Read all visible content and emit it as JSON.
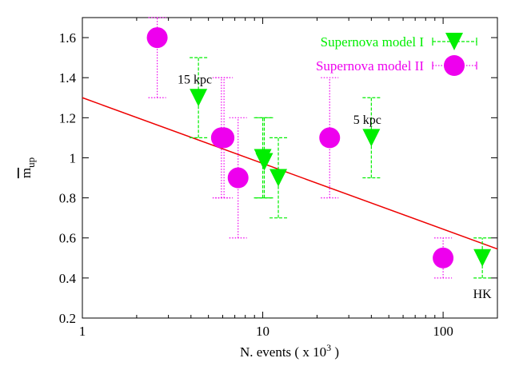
{
  "chart_data": {
    "type": "scatter",
    "title": "",
    "xlabel": "N. events ( x 10",
    "xlabel_exponent": "3",
    "xlabel_suffix": " )",
    "ylabel": "m",
    "ylabel_sub": "up",
    "x_scale": "log",
    "xlim": [
      1,
      200
    ],
    "ylim": [
      0.2,
      1.7
    ],
    "x_ticks": [
      1,
      10,
      100
    ],
    "x_tick_labels": [
      "1",
      "10",
      "100"
    ],
    "y_ticks": [
      0.2,
      0.4,
      0.6,
      0.8,
      1.0,
      1.2,
      1.4,
      1.6
    ],
    "y_tick_labels": [
      "0.2",
      "0.4",
      "0.6",
      "0.8",
      "1",
      "1.2",
      "1.4",
      "1.6"
    ],
    "grid": false,
    "legend_position": "top-right",
    "series": [
      {
        "name": "Supernova model I",
        "color": "#00ee00",
        "marker": "triangle-down",
        "points": [
          {
            "x": 4.4,
            "y": 1.3,
            "ylow": 1.1,
            "yhigh": 1.5
          },
          {
            "x": 10,
            "y": 1.0,
            "ylow": 0.8,
            "yhigh": 1.2
          },
          {
            "x": 10.2,
            "y": 0.98,
            "ylow": 0.8,
            "yhigh": 1.2
          },
          {
            "x": 12.2,
            "y": 0.9,
            "ylow": 0.7,
            "yhigh": 1.1
          },
          {
            "x": 40,
            "y": 1.1,
            "ylow": 0.9,
            "yhigh": 1.3
          },
          {
            "x": 165,
            "y": 0.5,
            "ylow": 0.4,
            "yhigh": 0.6
          }
        ]
      },
      {
        "name": "Supernova model II",
        "color": "#ee00ee",
        "marker": "circle",
        "points": [
          {
            "x": 2.6,
            "y": 1.6,
            "ylow": 1.3,
            "yhigh": 1.7
          },
          {
            "x": 5.9,
            "y": 1.1,
            "ylow": 0.8,
            "yhigh": 1.4
          },
          {
            "x": 6.1,
            "y": 1.1,
            "ylow": 0.8,
            "yhigh": 1.4
          },
          {
            "x": 7.3,
            "y": 0.9,
            "ylow": 0.6,
            "yhigh": 1.2
          },
          {
            "x": 23.5,
            "y": 1.1,
            "ylow": 0.8,
            "yhigh": 1.4
          },
          {
            "x": 100,
            "y": 0.5,
            "ylow": 0.4,
            "yhigh": 0.6
          }
        ]
      }
    ],
    "fit_line": {
      "color": "#ee0000",
      "points": [
        {
          "x": 1,
          "y": 1.3
        },
        {
          "x": 200,
          "y": 0.545
        }
      ]
    },
    "annotations": [
      {
        "text": "15 kpc",
        "x": 4.2,
        "y": 1.37
      },
      {
        "text": "5 kpc",
        "x": 38,
        "y": 1.17
      },
      {
        "text": "HK",
        "x": 165,
        "y": 0.3
      }
    ]
  }
}
